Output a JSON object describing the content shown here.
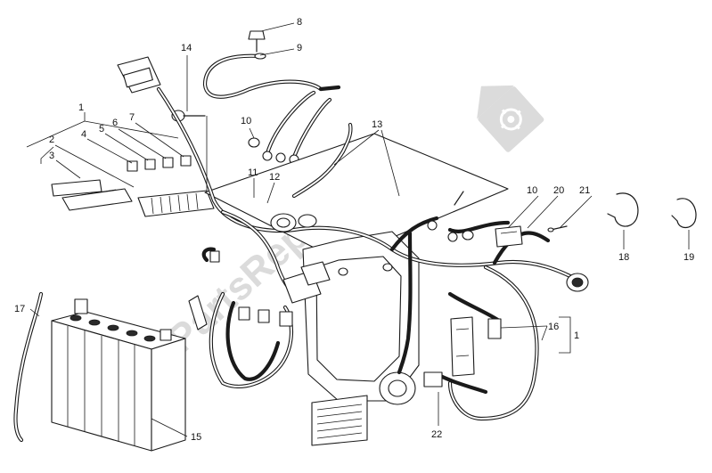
{
  "watermark": {
    "text": "PartsRepublik",
    "icon": "gear-icon",
    "color": "#bdbdbd"
  },
  "callouts": [
    {
      "id": "c1a",
      "label": "1"
    },
    {
      "id": "c2",
      "label": "2"
    },
    {
      "id": "c3",
      "label": "3"
    },
    {
      "id": "c4",
      "label": "4"
    },
    {
      "id": "c5",
      "label": "5"
    },
    {
      "id": "c6",
      "label": "6"
    },
    {
      "id": "c7",
      "label": "7"
    },
    {
      "id": "c8",
      "label": "8"
    },
    {
      "id": "c9",
      "label": "9"
    },
    {
      "id": "c10a",
      "label": "10"
    },
    {
      "id": "c10b",
      "label": "10"
    },
    {
      "id": "c11",
      "label": "11"
    },
    {
      "id": "c12",
      "label": "12"
    },
    {
      "id": "c13",
      "label": "13"
    },
    {
      "id": "c14",
      "label": "14"
    },
    {
      "id": "c15",
      "label": "15"
    },
    {
      "id": "c16",
      "label": "16"
    },
    {
      "id": "c1b",
      "label": "1"
    },
    {
      "id": "c17",
      "label": "17"
    },
    {
      "id": "c18",
      "label": "18"
    },
    {
      "id": "c19",
      "label": "19"
    },
    {
      "id": "c20",
      "label": "20"
    },
    {
      "id": "c21",
      "label": "21"
    },
    {
      "id": "c22",
      "label": "22"
    }
  ]
}
